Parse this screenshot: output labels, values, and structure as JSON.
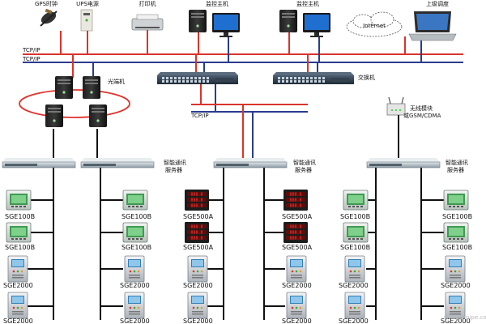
{
  "top_devices": {
    "gps_clock": "GPS时钟",
    "ups": "UPS电源",
    "printer": "打印机",
    "monitor_host_1": "监控主机",
    "monitor_host_2": "监控主机",
    "internet": "Internet",
    "upper_dispatch": "上级调度"
  },
  "network": {
    "tcpip_1": "TCP/IP",
    "tcpip_2": "TCP/IP",
    "tcpip_3": "TCP/IP",
    "optical_ring": "光端机",
    "switch": "交换机",
    "wireless_1": "无线模块",
    "wireless_2": "或GSM/CDMA"
  },
  "servers": {
    "left_1": "智能通讯",
    "left_2": "服务器",
    "mid_1": "智能通讯",
    "mid_2": "服务器",
    "right_1": "智能通讯",
    "right_2": "服务器"
  },
  "devices": {
    "sge100b": "SGE100B",
    "sge500a": "SGE500A",
    "sge2000": "SGE2000"
  },
  "watermark": "www.cnpipe.com"
}
